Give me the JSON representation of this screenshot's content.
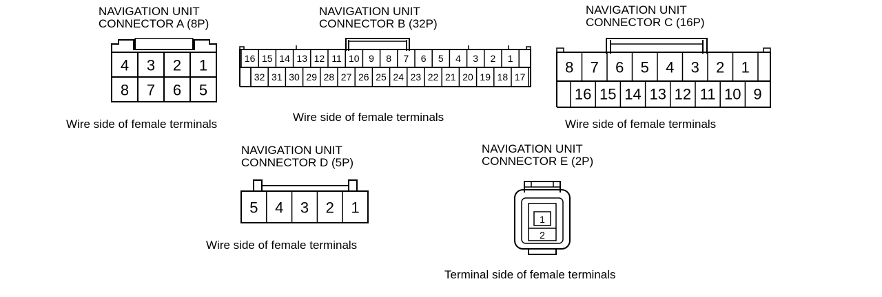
{
  "connectors": {
    "a": {
      "title_line1": "NAVIGATION UNIT",
      "title_line2": "CONNECTOR A (8P)",
      "caption": "Wire side of female terminals",
      "top_row": [
        "4",
        "3",
        "2",
        "1"
      ],
      "bottom_row": [
        "8",
        "7",
        "6",
        "5"
      ]
    },
    "b": {
      "title_line1": "NAVIGATION UNIT",
      "title_line2": "CONNECTOR B (32P)",
      "caption": "Wire side of female terminals",
      "top_row": [
        "16",
        "15",
        "14",
        "13",
        "12",
        "11",
        "10",
        "9",
        "8",
        "7",
        "6",
        "5",
        "4",
        "3",
        "2",
        "1"
      ],
      "bottom_row": [
        "32",
        "31",
        "30",
        "29",
        "28",
        "27",
        "26",
        "25",
        "24",
        "23",
        "22",
        "21",
        "20",
        "19",
        "18",
        "17"
      ]
    },
    "c": {
      "title_line1": "NAVIGATION UNIT",
      "title_line2": "CONNECTOR C (16P)",
      "caption": "Wire side of female terminals",
      "top_row": [
        "8",
        "7",
        "6",
        "5",
        "4",
        "3",
        "2",
        "1"
      ],
      "bottom_row": [
        "16",
        "15",
        "14",
        "13",
        "12",
        "11",
        "10",
        "9"
      ]
    },
    "d": {
      "title_line1": "NAVIGATION UNIT",
      "title_line2": "CONNECTOR D (5P)",
      "caption": "Wire side of female terminals",
      "pins": [
        "5",
        "4",
        "3",
        "2",
        "1"
      ]
    },
    "e": {
      "title_line1": "NAVIGATION UNIT",
      "title_line2": "CONNECTOR E (2P)",
      "caption": "Terminal side of female terminals",
      "pins": [
        "1",
        "2"
      ]
    }
  }
}
